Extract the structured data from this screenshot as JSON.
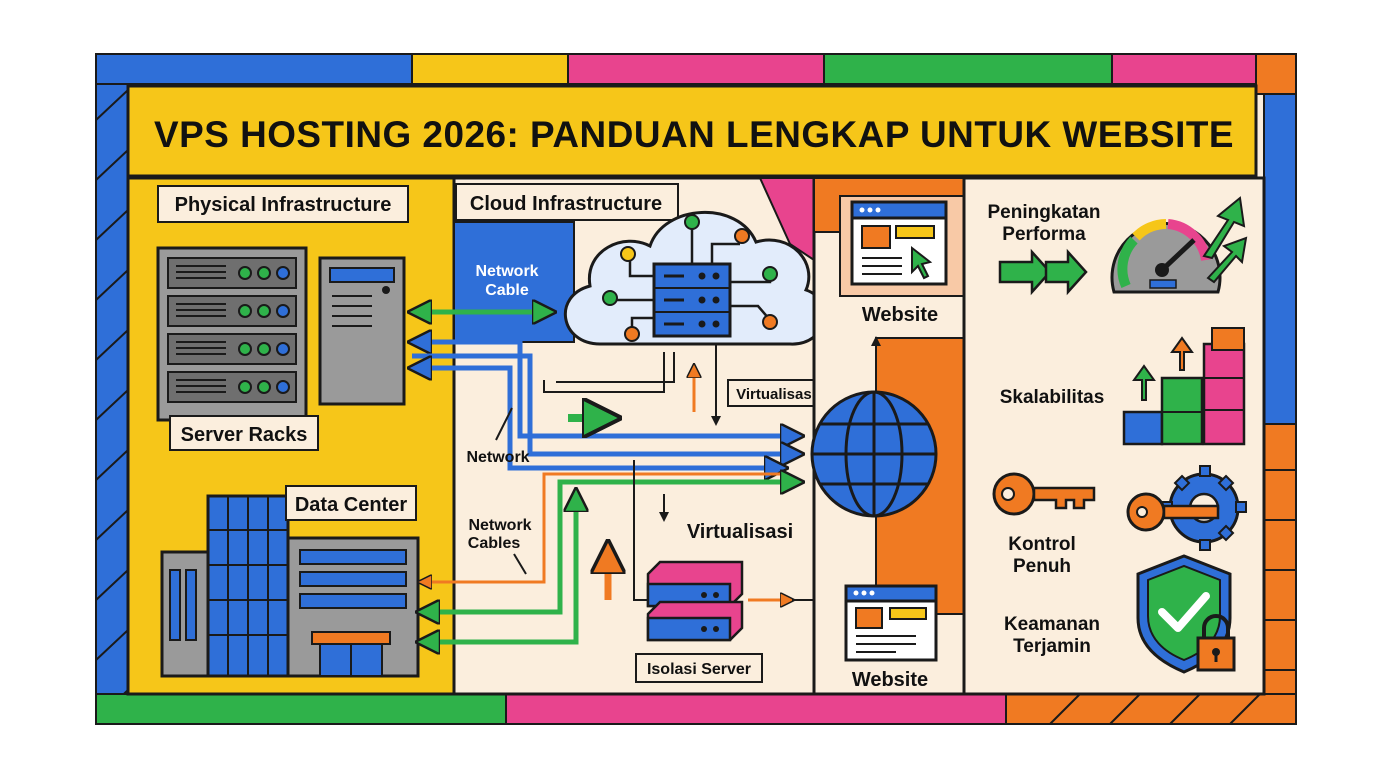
{
  "title": "VPS HOSTING 2026: PANDUAN LENGKAP UNTUK WEBSITE",
  "sections": {
    "physical": "Physical Infrastructure",
    "cloud": "Cloud Infrastructure"
  },
  "labels": {
    "server_racks": "Server Racks",
    "data_center": "Data Center",
    "network_cable": [
      "Network",
      "Cable"
    ],
    "network": "Network",
    "network_cables": [
      "Network",
      "Cables"
    ],
    "virtualisasi_small": "Virtualisasi",
    "virtualisasi_large": "Virtualisasi",
    "isolasi_server": "Isolasi Server",
    "website_top": "Website",
    "website_bottom": "Website"
  },
  "benefits": [
    {
      "lines": [
        "Peningkatan",
        "Performa"
      ],
      "icon": "speedometer-icon"
    },
    {
      "lines": [
        "Skalabilitas"
      ],
      "icon": "growth-blocks-icon"
    },
    {
      "lines": [
        "Kontrol",
        "Penuh"
      ],
      "icon": "key-gear-icon"
    },
    {
      "lines": [
        "Keamanan",
        "Terjamin"
      ],
      "icon": "shield-lock-icon"
    }
  ],
  "colors": {
    "yellow": "#f6c619",
    "blue": "#2f6fd8",
    "pink": "#e8448e",
    "green": "#2fb24a",
    "orange": "#f07a22",
    "cream": "#fbeedd",
    "outline": "#1a1a1a"
  }
}
